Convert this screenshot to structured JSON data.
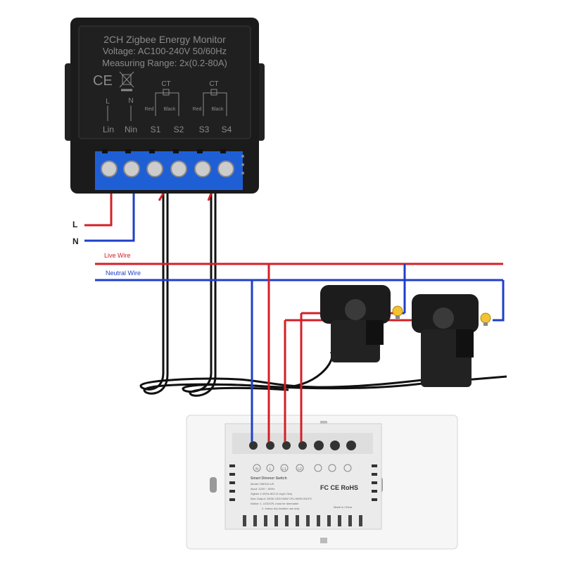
{
  "module": {
    "title": "2CH Zigbee Energy Monitor",
    "voltage": "Voltage: AC100-240V 50/60Hz",
    "range": "Measuring Range: 2x(0.2-80A)",
    "ce": "CE",
    "ct1": "CT",
    "ct2": "CT",
    "top_L": "L",
    "top_N": "N",
    "red1": "Red",
    "black1": "Black",
    "red2": "Red",
    "black2": "Black",
    "terminals": [
      "Lin",
      "Nin",
      "S1",
      "S2",
      "S3",
      "S4"
    ]
  },
  "labels": {
    "L": "L",
    "N": "N",
    "live_wire": "Live Wire",
    "neutral_wire": "Neutral Wire"
  },
  "switch": {
    "terminals": [
      "N",
      "L",
      "L1",
      "L2"
    ],
    "title": "Smart Dimmer Switch",
    "model": "Model: DMS10-US",
    "input": "Input: 120V~, 60Hz",
    "zigbee": "Zigbee 2.4GHz 802.11 b/g/n Only",
    "output": "Max Output: 150W LED/150W CFL/400W INCFC",
    "notice1": "Notice: 1. LED/CFL must be dimmable",
    "notice2": "2. Indoor dry location use only",
    "certs": "FC CE RoHS",
    "made_in": "Made in China"
  },
  "colors": {
    "live": "#d32027",
    "neutral": "#1f3fc9",
    "terminal_block": "#1f5fd6",
    "module": "#1b1b1b"
  }
}
